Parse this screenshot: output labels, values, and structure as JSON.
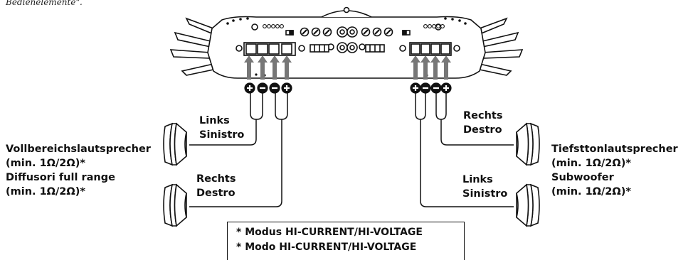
{
  "caption_fragment": "Bedienelemente\".",
  "left_channel_upper": {
    "line1": "Links",
    "line2": "Sinistro"
  },
  "left_channel_lower": {
    "line1": "Rechts",
    "line2": "Destro"
  },
  "right_channel_upper": {
    "line1": "Rechts",
    "line2": "Destro"
  },
  "right_channel_lower": {
    "line1": "Links",
    "line2": "Sinistro"
  },
  "left_speaker_label": {
    "de_name": "Vollbereichslautsprecher",
    "de_spec": "(min. 1Ω/2Ω)*",
    "it_name": "Diffusori full range",
    "it_spec": "(min. 1Ω/2Ω)*"
  },
  "right_speaker_label": {
    "de_name": "Tiefsttonlautsprecher",
    "de_spec": "(min. 1Ω/2Ω)*",
    "it_name": "Subwoofer",
    "it_spec": "(min. 1Ω/2Ω)*"
  },
  "note": {
    "line1": "* Modus HI-CURRENT/HI-VOLTAGE",
    "line2": "* Modo HI-CURRENT/HI-VOLTAGE"
  },
  "terminal_polarity": [
    "+",
    "−",
    "−",
    "+"
  ]
}
